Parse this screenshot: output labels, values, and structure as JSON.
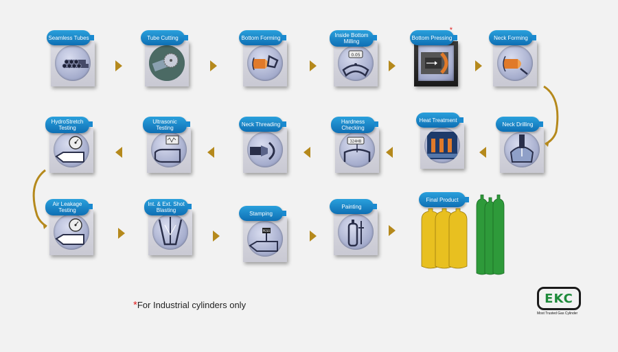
{
  "steps": [
    {
      "label": "Seamless Tubes",
      "icon": "tubes-icon"
    },
    {
      "label": "Tube Cutting",
      "icon": "saw-icon"
    },
    {
      "label": "Bottom Forming",
      "icon": "bottom-forming-icon"
    },
    {
      "label": "Inside Bottom Milling",
      "icon": "milling-icon",
      "readout": "0.05"
    },
    {
      "label": "Bottom Pressing",
      "icon": "pressing-icon",
      "marked": true
    },
    {
      "label": "Neck Forming",
      "icon": "neck-forming-icon"
    },
    {
      "label": "Neck Drilling",
      "icon": "drill-icon"
    },
    {
      "label": "Heat Treatment",
      "icon": "furnace-icon"
    },
    {
      "label": "Hardness Checking",
      "icon": "hardness-icon",
      "readout": "324HB"
    },
    {
      "label": "Neck Threading",
      "icon": "threading-icon"
    },
    {
      "label": "Ultrasonic Testing",
      "icon": "ultrasonic-icon"
    },
    {
      "label": "HydroStretch Testing",
      "icon": "gauge-icon"
    },
    {
      "label": "Air Leakage Testing",
      "icon": "gauge-icon"
    },
    {
      "label": "Int. & Ext. Shot Blasting",
      "icon": "blasting-icon"
    },
    {
      "label": "Stamping",
      "icon": "stamping-icon"
    },
    {
      "label": "Painting",
      "icon": "painting-icon"
    }
  ],
  "final_product": {
    "label": "Final Product",
    "cylinder_colors": [
      "#e8c020",
      "#2e9a3a"
    ]
  },
  "footnote": {
    "marker": "*",
    "text": "For Industrial cylinders only"
  },
  "logo": {
    "text": "EKC",
    "tagline": "Most Trusted Gas Cylinder"
  },
  "colors": {
    "label_blue": "#1a8ad0",
    "arrow_gold": "#b5891c",
    "star_red": "#e02020",
    "logo_green": "#1e8a3a"
  }
}
